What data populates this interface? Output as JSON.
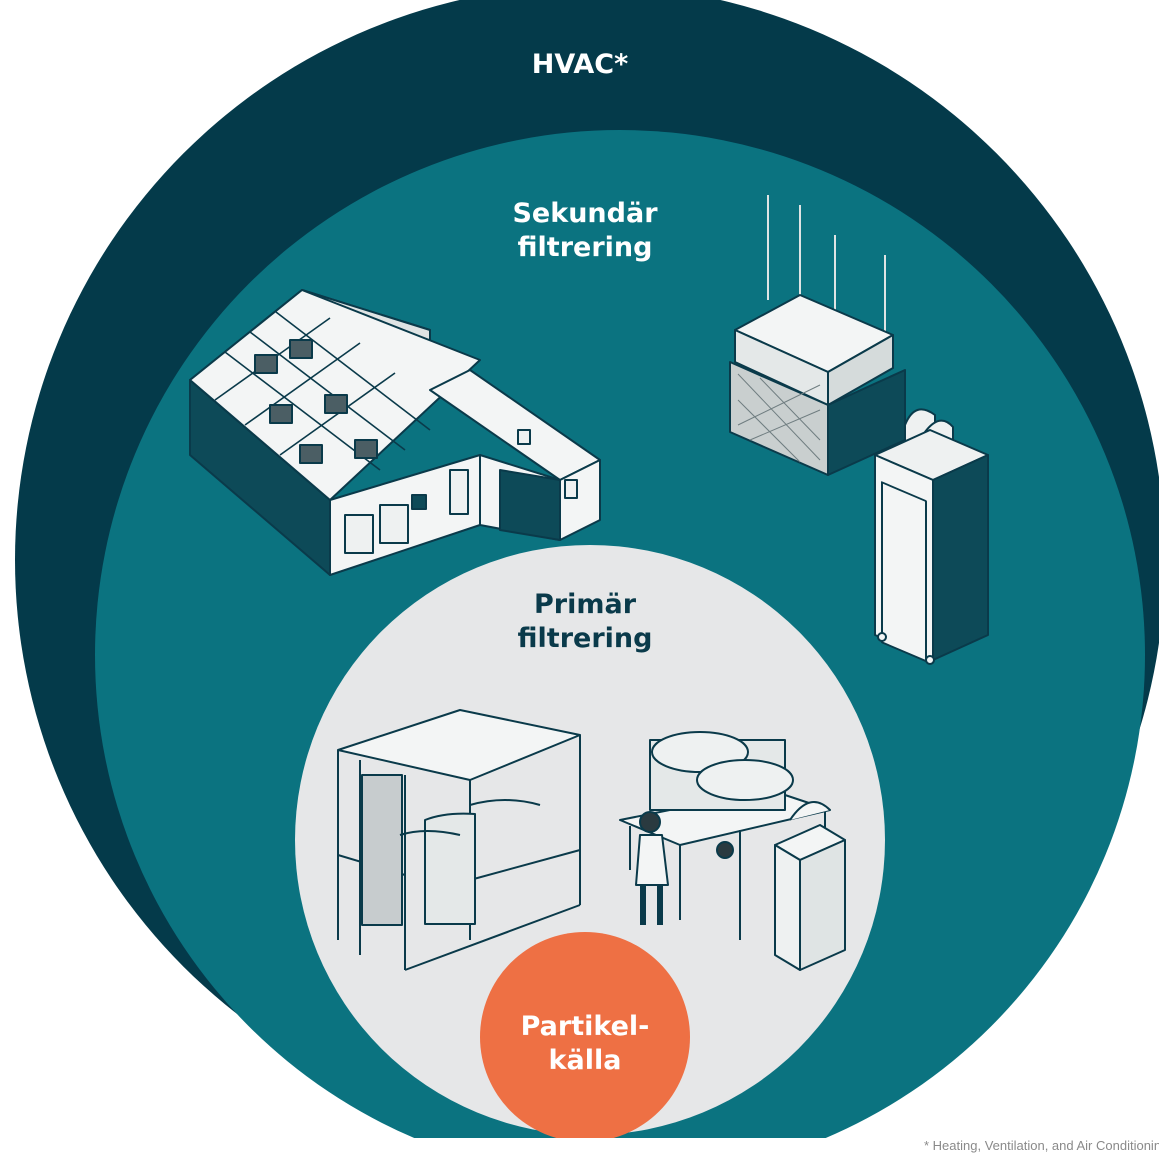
{
  "colors": {
    "background": "#ffffff",
    "outer_ring": "#043a4a",
    "middle_ring": "#0b7380",
    "inner_circle": "#e6e7e8",
    "source_circle": "#ee7044",
    "line_art_dark": "#0a3a4a",
    "line_art_light": "#f2f2f2"
  },
  "labels": {
    "hvac": "HVAC*",
    "secondary_line1": "Sekundär",
    "secondary_line2": "filtrering",
    "primary_line1": "Primär",
    "primary_line2": "filtrering",
    "source_line1": "Partikel-",
    "source_line2": "källa"
  },
  "footnote": "* Heating, Ventilation, and Air Conditioning",
  "illustrations": [
    "cleanroom-icon",
    "ceiling-filter-unit-icon",
    "air-cleaner-cabinet-icon",
    "workstation-booth-icon",
    "technician-at-bench-icon"
  ]
}
